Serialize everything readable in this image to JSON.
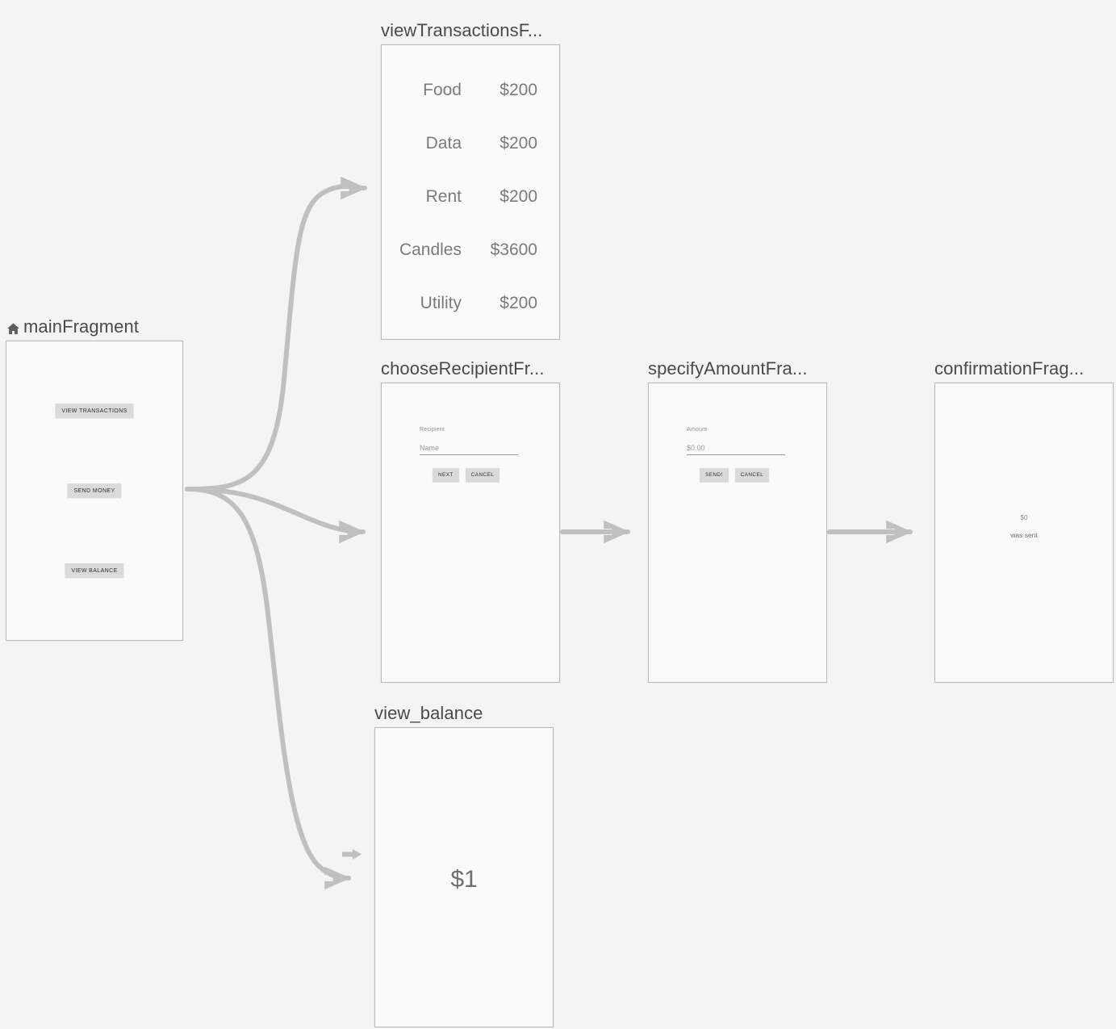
{
  "canvas": {
    "background": "#f4f4f4",
    "edge_color": "#c0c0c0",
    "frame_border": "#b9b9b9",
    "frame_fill": "#fafafa",
    "title_color": "#4a4a4a"
  },
  "nodes": {
    "main": {
      "title": "mainFragment",
      "start_icon": "home-icon",
      "buttons": [
        {
          "label": "VIEW TRANSACTIONS"
        },
        {
          "label": "SEND MONEY"
        },
        {
          "label": "VIEW BALANCE"
        }
      ]
    },
    "transactions": {
      "title": "viewTransactionsF...",
      "rows": [
        {
          "category": "Food",
          "amount": "$200"
        },
        {
          "category": "Data",
          "amount": "$200"
        },
        {
          "category": "Rent",
          "amount": "$200"
        },
        {
          "category": "Candles",
          "amount": "$3600"
        },
        {
          "category": "Utility",
          "amount": "$200"
        }
      ]
    },
    "choose_recipient": {
      "title": "chooseRecipientFr...",
      "field_label": "Recipient",
      "field_placeholder": "Name",
      "field_value": "",
      "primary_button": "NEXT",
      "secondary_button": "CANCEL"
    },
    "specify_amount": {
      "title": "specifyAmountFra...",
      "field_label": "Amount",
      "field_placeholder": "$0.00",
      "field_value": "",
      "primary_button": "SEND!",
      "secondary_button": "CANCEL"
    },
    "confirmation": {
      "title": "confirmationFrag...",
      "amount": "$0",
      "message": "was sent"
    },
    "view_balance": {
      "title": "view_balance",
      "balance": "$1"
    }
  },
  "edges": [
    {
      "name": "main-to-transactions",
      "from": "mainFragment",
      "to": "viewTransactionsFragment"
    },
    {
      "name": "main-to-choose-recipient",
      "from": "mainFragment",
      "to": "chooseRecipientFragment"
    },
    {
      "name": "main-to-view-balance",
      "from": "mainFragment",
      "to": "view_balance"
    },
    {
      "name": "recipient-to-amount",
      "from": "chooseRecipientFragment",
      "to": "specifyAmountFragment"
    },
    {
      "name": "amount-to-confirmation",
      "from": "specifyAmountFragment",
      "to": "confirmationFragment"
    }
  ]
}
